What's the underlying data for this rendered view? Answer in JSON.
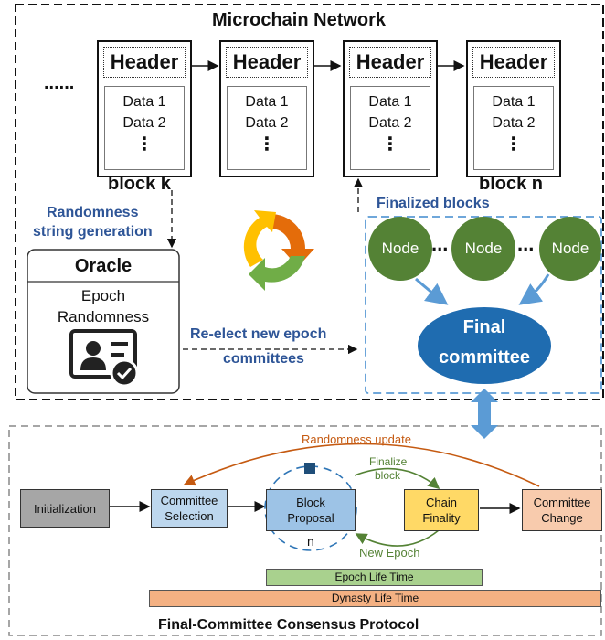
{
  "network": {
    "title": "Microchain Network",
    "ellipsis": "......",
    "blocks": [
      {
        "header": "Header",
        "data1": "Data 1",
        "data2": "Data 2",
        "dots": "⋮"
      },
      {
        "header": "Header",
        "data1": "Data 1",
        "data2": "Data 2",
        "dots": "⋮"
      },
      {
        "header": "Header",
        "data1": "Data 1",
        "data2": "Data 2",
        "dots": "⋮"
      },
      {
        "header": "Header",
        "data1": "Data 1",
        "data2": "Data 2",
        "dots": "⋮"
      }
    ],
    "block_k_label": "block k",
    "block_n_label": "block n",
    "randomness_label_1": "Randomness",
    "randomness_label_2": "string generation",
    "finalized_label": "Finalized blocks",
    "reelect_label_1": "Re-elect new epoch",
    "reelect_label_2": "committees"
  },
  "oracle": {
    "title": "Oracle",
    "line1": "Epoch",
    "line2": "Randomness"
  },
  "committee": {
    "nodes": [
      "Node",
      "Node",
      "Node"
    ],
    "node_dots": [
      "...",
      "..."
    ],
    "final_1": "Final",
    "final_2": "committee"
  },
  "protocol": {
    "title": "Final-Committee Consensus Protocol",
    "randomness_update": "Randomness update",
    "finalize_1": "Finalize",
    "finalize_2": "block",
    "new_epoch": "New Epoch",
    "loop_n": "n",
    "steps": {
      "init": "Initialization",
      "selection_1": "Committee",
      "selection_2": "Selection",
      "proposal_1": "Block",
      "proposal_2": "Proposal",
      "finality_1": "Chain",
      "finality_2": "Finality",
      "change_1": "Committee",
      "change_2": "Change"
    },
    "epoch_lifetime": "Epoch Life Time",
    "dynasty_lifetime": "Dynasty Life Time"
  },
  "colors": {
    "blue_text": "#2e5597",
    "node_green": "#548235",
    "final_blue": "#1f6cb0",
    "init_gray": "#a6a6a6",
    "selection_blue": "#bdd7ee",
    "proposal_blue": "#9dc3e6",
    "finality_yellow": "#ffd966",
    "change_orange": "#f8cbad",
    "epoch_green": "#a9d18e",
    "dynasty_orange": "#f4b183",
    "update_arrow": "#c55a11",
    "epoch_arrow": "#548235"
  }
}
